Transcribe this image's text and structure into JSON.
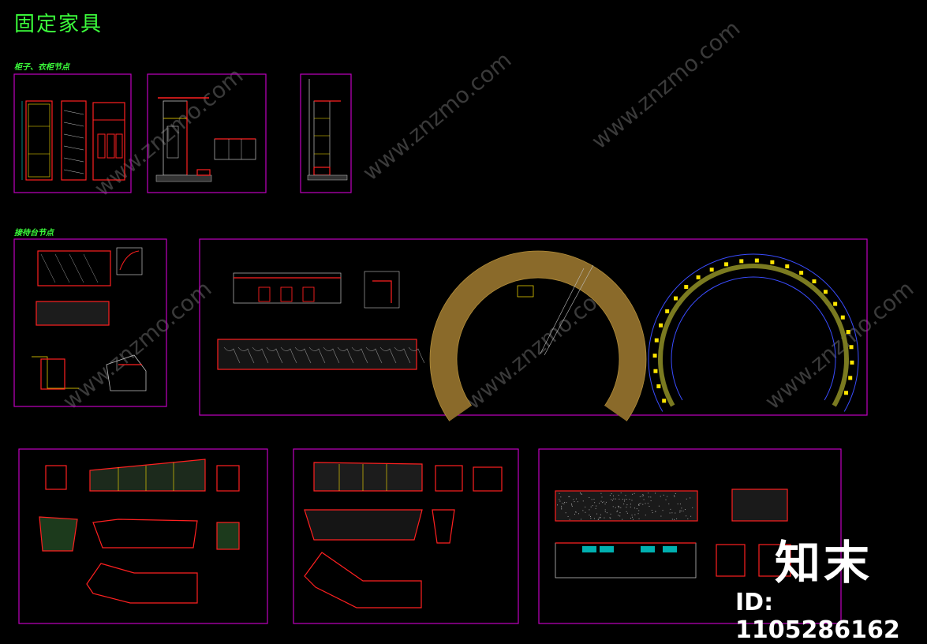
{
  "page": {
    "title": "固定家具",
    "sections": {
      "cabinet": "柜子、衣柜节点",
      "reception": "接待台节点"
    }
  },
  "watermark": {
    "brand": "知末",
    "id": "ID: 1105286162",
    "repeat_text": "www.znzmo.com"
  },
  "colors": {
    "frame": "#c000c0",
    "red": "#ff2020",
    "yellow": "#ffe600",
    "cyan": "#00e0e0",
    "green": "#3cff3c",
    "white": "#ffffff",
    "brown": "#8a6a2a",
    "blue": "#3a4cff"
  }
}
